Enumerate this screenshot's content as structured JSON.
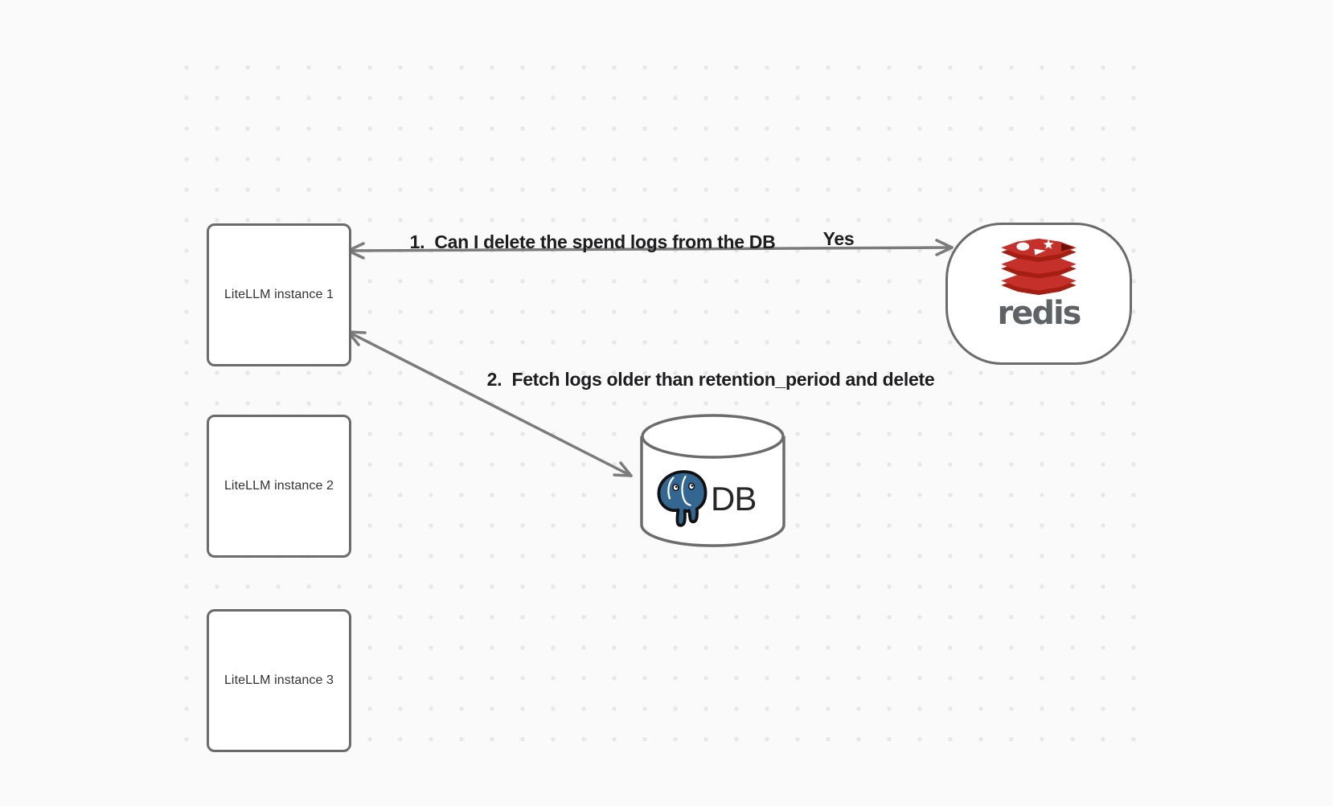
{
  "theme": {
    "background": "#fafafa",
    "dot": "#e7e7e7",
    "stroke": "#6b6b6b",
    "arrow": "#7b7b7b",
    "node_fill": "#ffffff",
    "node_ink": "#333333",
    "label_ink": "#1d1d1f",
    "db_ink": "#262626",
    "redis_red": "#c6302b",
    "redis_red_dark": "#a41e11",
    "redis_red_deep": "#6a100a",
    "redis_gray": "#5e6264",
    "postgres_blue": "#336791"
  },
  "nodes": {
    "instances": [
      {
        "label": "LiteLLM instance 1"
      },
      {
        "label": "LiteLLM instance 2"
      },
      {
        "label": "LiteLLM instance 3"
      }
    ],
    "redis": {
      "wordmark": "redis",
      "icon": "redis-stack-logo"
    },
    "database": {
      "label": "DB",
      "icon": "postgresql-elephant-logo",
      "shape": "cylinder"
    }
  },
  "connections": [
    {
      "id": 1,
      "label": "1.  Can I delete the spend logs from the DB",
      "response": "Yes",
      "between": [
        "LiteLLM instance 1",
        "redis"
      ],
      "heads": "both"
    },
    {
      "id": 2,
      "label": "2.  Fetch logs older than retention_period and delete",
      "between": [
        "LiteLLM instance 1",
        "DB"
      ],
      "heads": "both"
    }
  ]
}
